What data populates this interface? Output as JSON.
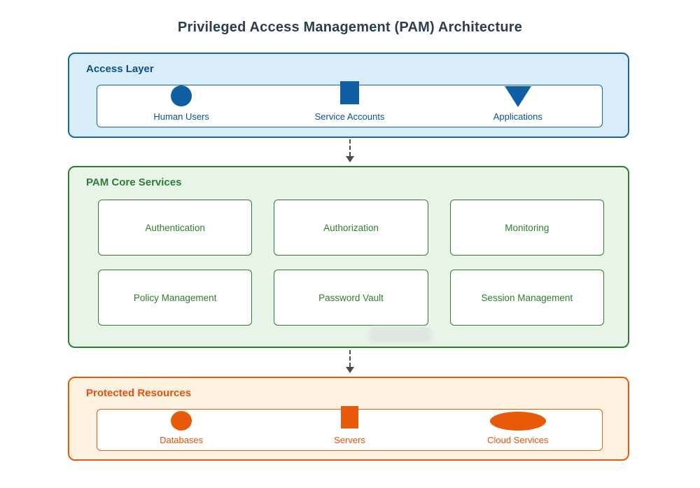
{
  "diagram_title": "Privileged Access Management (PAM) Architecture",
  "layers": {
    "access": {
      "title": "Access Layer",
      "nodes": [
        {
          "label": "Human Users",
          "icon": "user-circle-icon",
          "shape": "filled-circle"
        },
        {
          "label": "Service Accounts",
          "icon": "service-account-square-icon",
          "shape": "filled-square"
        },
        {
          "label": "Applications",
          "icon": "application-triangle-icon",
          "shape": "filled-triangle-down"
        }
      ]
    },
    "core": {
      "title": "PAM Core Services",
      "services": [
        "Authentication",
        "Authorization",
        "Monitoring",
        "Policy Management",
        "Password Vault",
        "Session Management"
      ]
    },
    "resources": {
      "title": "Protected Resources",
      "nodes": [
        {
          "label": "Databases",
          "icon": "database-ellipse-icon",
          "shape": "filled-ellipse"
        },
        {
          "label": "Servers",
          "icon": "server-rect-icon",
          "shape": "filled-rect"
        },
        {
          "label": "Cloud Services",
          "icon": "cloud-ellipse-icon",
          "shape": "filled-wide-ellipse"
        }
      ]
    }
  },
  "edges": [
    {
      "from": "Access Layer",
      "to": "PAM Core Services",
      "style": "dashed-arrow-down"
    },
    {
      "from": "PAM Core Services",
      "to": "Protected Resources",
      "style": "dashed-arrow-down"
    }
  ],
  "artifacts": {
    "blurred_watermark_below_password_vault": true
  },
  "colors": {
    "title-color": "#2c3e50",
    "blue-border": "#1565b0",
    "blue-fill": "#d9edf9",
    "blue-text": "#0a4f96",
    "blue-shape": "#115fa3",
    "green-border": "#2e7d32",
    "green-fill": "#e9f4e9",
    "green-text": "#2e7d32",
    "orange-border": "#e8590c",
    "orange-fill": "#fdf2df",
    "orange-text": "#e8500a",
    "orange-shape": "#e65a0a",
    "arrow-color": "#4d4d4d"
  }
}
